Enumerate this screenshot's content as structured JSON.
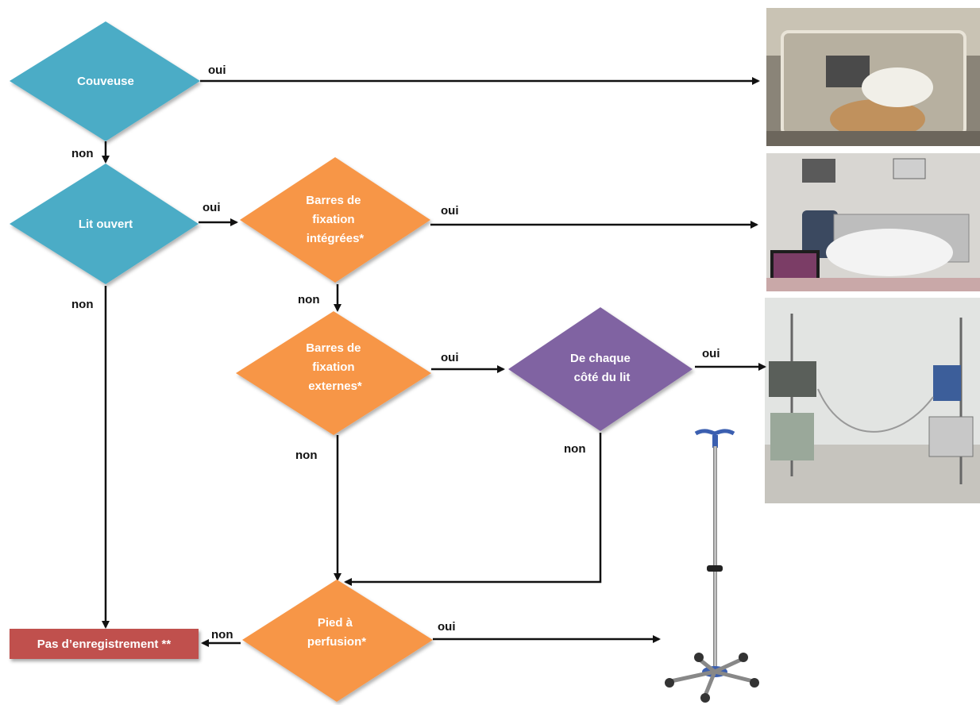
{
  "colors": {
    "blue": "#4bacc6",
    "orange": "#f79646",
    "purple": "#8064a2",
    "red": "#c0504d",
    "arrow": "#111111"
  },
  "nodes": {
    "couveuse": {
      "label": "Couveuse"
    },
    "lit_ouvert": {
      "label": "Lit ouvert"
    },
    "barres_integrees": {
      "lines": [
        "Barres de",
        "fixation",
        "intégrées*"
      ]
    },
    "barres_externes": {
      "lines": [
        "Barres de",
        "fixation",
        "externes*"
      ]
    },
    "chaque_cote": {
      "lines": [
        "De chaque",
        "côté du lit"
      ]
    },
    "pied_perfusion": {
      "lines": [
        "Pied à",
        "perfusion*"
      ]
    },
    "pas_enregistrement": {
      "label": "Pas d’enregistrement **"
    }
  },
  "edges": {
    "couveuse_oui": "oui",
    "couveuse_non": "non",
    "lit_oui": "oui",
    "lit_non": "non",
    "integrees_oui": "oui",
    "integrees_non": "non",
    "externes_oui": "oui",
    "externes_non": "non",
    "cote_oui": "oui",
    "cote_non": "non",
    "pied_oui": "oui",
    "pied_non": "non"
  },
  "photos": {
    "incubator": "incubator-photo",
    "open_bed": "open-bed-photo",
    "external_bars": "external-bars-photo",
    "iv_pole": "iv-pole-photo"
  }
}
